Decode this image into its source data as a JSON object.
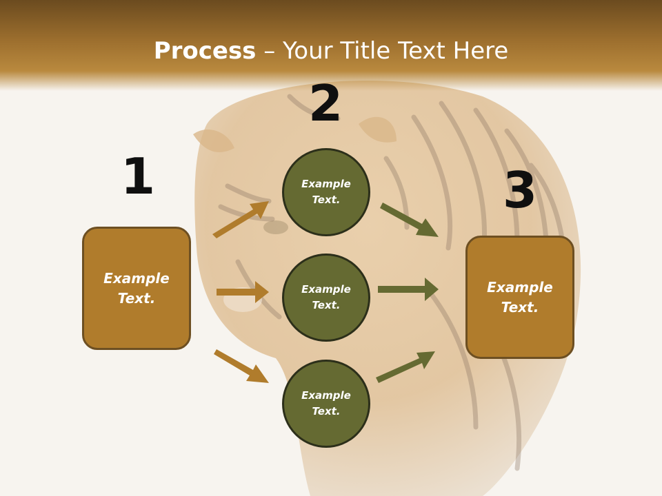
{
  "slide": {
    "title_bold": "Process",
    "title_rest": " – Your Title Text Here",
    "background_image": "tiger-photo"
  },
  "steps": {
    "one": {
      "number": "1",
      "text": "Example\nText."
    },
    "two": {
      "number": "2"
    },
    "three": {
      "number": "3",
      "text": "Example\nText."
    }
  },
  "circles": [
    {
      "text": "Example\nText."
    },
    {
      "text": "Example\nText."
    },
    {
      "text": "Example\nText."
    }
  ],
  "colors": {
    "header": "#9d6f2e",
    "box_fill": "#b07c2c",
    "circle_fill": "#656a32",
    "arrow_left": "#b07c2c",
    "arrow_right": "#656a32"
  }
}
